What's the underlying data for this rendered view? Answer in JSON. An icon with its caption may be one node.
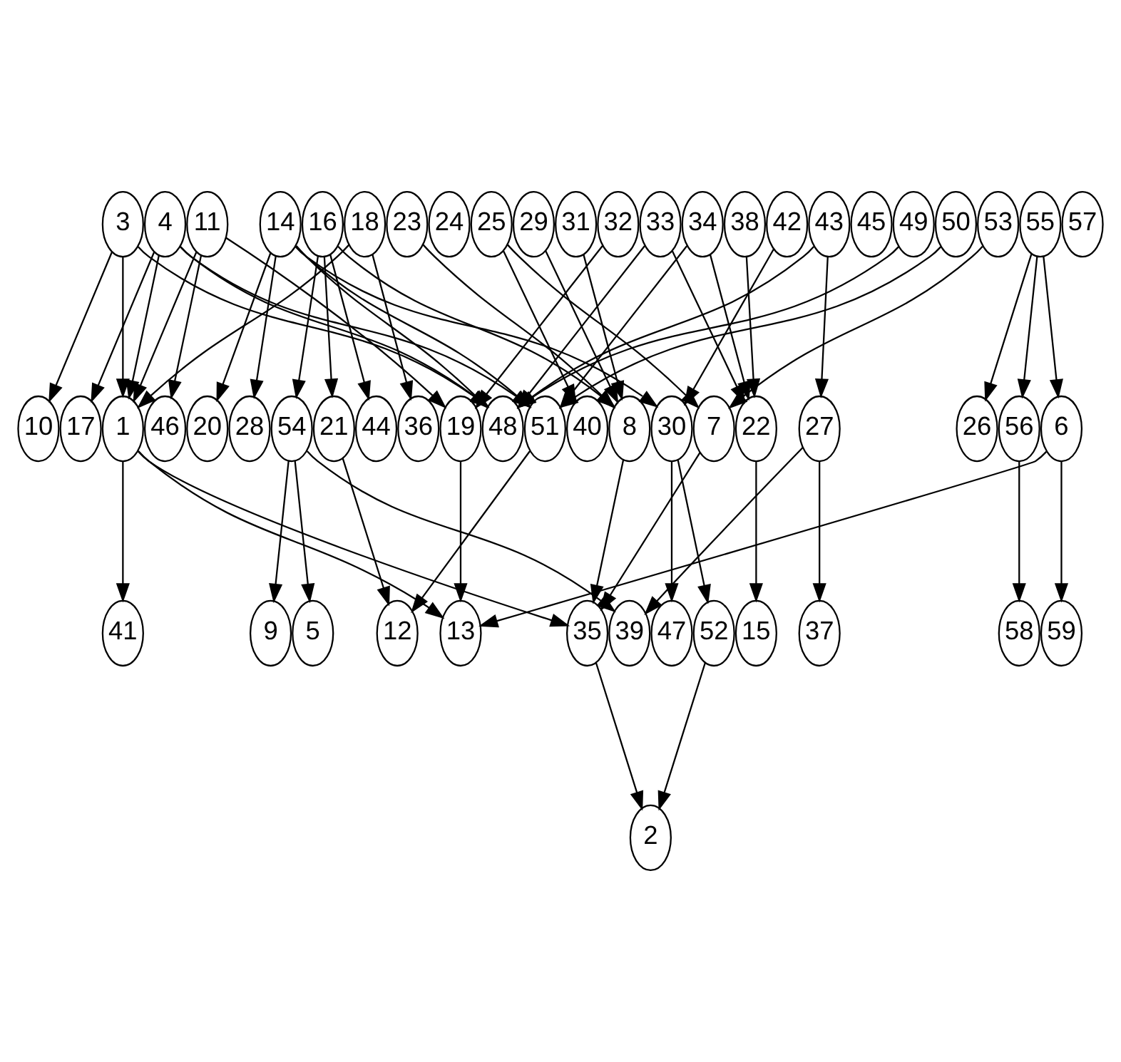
{
  "diagram": {
    "nodes": [
      {
        "text": [
          "3"
        ]
      },
      {
        "text": [
          "4"
        ]
      },
      {
        "text": [
          "11"
        ]
      },
      {
        "text": [
          "14"
        ]
      },
      {
        "text": [
          "16"
        ]
      },
      {
        "text": [
          "18"
        ]
      },
      {
        "text": [
          "23"
        ]
      },
      {
        "text": [
          "24"
        ]
      },
      {
        "text": [
          "25"
        ]
      },
      {
        "text": [
          "29"
        ]
      },
      {
        "text": [
          "31"
        ]
      },
      {
        "text": [
          "32"
        ]
      },
      {
        "text": [
          "33"
        ]
      },
      {
        "text": [
          "34"
        ]
      },
      {
        "text": [
          "38"
        ]
      },
      {
        "text": [
          "42"
        ]
      },
      {
        "text": [
          "43"
        ]
      },
      {
        "text": [
          "45"
        ]
      },
      {
        "text": [
          "49"
        ]
      },
      {
        "text": [
          "50"
        ]
      },
      {
        "text": [
          "53"
        ]
      },
      {
        "text": [
          "55"
        ]
      },
      {
        "text": [
          "57"
        ]
      },
      {
        "text": [
          "1"
        ]
      },
      {
        "text": [
          "6"
        ]
      },
      {
        "text": [
          "7"
        ]
      },
      {
        "text": [
          "8"
        ]
      },
      {
        "text": [
          "10"
        ]
      },
      {
        "text": [
          "17"
        ]
      },
      {
        "text": [
          "19"
        ]
      },
      {
        "text": [
          "20"
        ]
      },
      {
        "text": [
          "21"
        ]
      },
      {
        "text": [
          "22"
        ]
      },
      {
        "text": [
          "26"
        ]
      },
      {
        "text": [
          "27"
        ]
      },
      {
        "text": [
          "28"
        ]
      },
      {
        "text": [
          "30"
        ]
      },
      {
        "text": [
          "36"
        ]
      },
      {
        "text": [
          "40"
        ]
      },
      {
        "text": [
          "44"
        ]
      },
      {
        "text": [
          "46"
        ]
      },
      {
        "text": [
          "48"
        ]
      },
      {
        "text": [
          "51"
        ]
      },
      {
        "text": [
          "54"
        ]
      },
      {
        "text": [
          "56"
        ]
      },
      {
        "text": [
          "5"
        ]
      },
      {
        "text": [
          "9"
        ]
      },
      {
        "text": [
          "12"
        ]
      },
      {
        "text": [
          "13"
        ]
      },
      {
        "text": [
          "15"
        ]
      },
      {
        "text": [
          "35"
        ]
      },
      {
        "text": [
          "37"
        ]
      },
      {
        "text": [
          "39"
        ]
      },
      {
        "text": [
          "41"
        ]
      },
      {
        "text": [
          "47"
        ]
      },
      {
        "text": [
          "52"
        ]
      },
      {
        "text": [
          "58"
        ]
      },
      {
        "text": [
          "59"
        ]
      },
      {
        "text": [
          "2"
        ]
      }
    ],
    "edges": [
      {
        "from": 0,
        "to": 23,
        "arrow": "to"
      },
      {
        "from": 0,
        "to": 27,
        "arrow": "to"
      },
      {
        "from": 0,
        "to": 41,
        "arrow": "to"
      },
      {
        "from": 1,
        "to": 23,
        "arrow": "to"
      },
      {
        "from": 1,
        "to": 28,
        "arrow": "to"
      },
      {
        "from": 1,
        "to": 41,
        "arrow": "to"
      },
      {
        "from": 1,
        "to": 42,
        "arrow": "to"
      },
      {
        "from": 2,
        "to": 23,
        "arrow": "to"
      },
      {
        "from": 2,
        "to": 29,
        "arrow": "to"
      },
      {
        "from": 2,
        "to": 40,
        "arrow": "to"
      },
      {
        "from": 3,
        "to": 30,
        "arrow": "to"
      },
      {
        "from": 3,
        "to": 35,
        "arrow": "to"
      },
      {
        "from": 3,
        "to": 36,
        "arrow": "to"
      },
      {
        "from": 3,
        "to": 41,
        "arrow": "to"
      },
      {
        "from": 3,
        "to": 42,
        "arrow": "to"
      },
      {
        "from": 4,
        "to": 26,
        "arrow": "to"
      },
      {
        "from": 4,
        "to": 31,
        "arrow": "to"
      },
      {
        "from": 4,
        "to": 39,
        "arrow": "to"
      },
      {
        "from": 4,
        "to": 43,
        "arrow": "to"
      },
      {
        "from": 5,
        "to": 23,
        "arrow": "to"
      },
      {
        "from": 5,
        "to": 37,
        "arrow": "to"
      },
      {
        "from": 6,
        "to": 26,
        "arrow": "to"
      },
      {
        "from": 8,
        "to": 25,
        "arrow": "to"
      },
      {
        "from": 8,
        "to": 38,
        "arrow": "to"
      },
      {
        "from": 9,
        "to": 26,
        "arrow": "to"
      },
      {
        "from": 10,
        "to": 26,
        "arrow": "to"
      },
      {
        "from": 11,
        "to": 29,
        "arrow": "to"
      },
      {
        "from": 12,
        "to": 32,
        "arrow": "to"
      },
      {
        "from": 12,
        "to": 41,
        "arrow": "to"
      },
      {
        "from": 13,
        "to": 32,
        "arrow": "to"
      },
      {
        "from": 13,
        "to": 42,
        "arrow": "to"
      },
      {
        "from": 14,
        "to": 32,
        "arrow": "to"
      },
      {
        "from": 15,
        "to": 36,
        "arrow": "to"
      },
      {
        "from": 16,
        "to": 34,
        "arrow": "to"
      },
      {
        "from": 16,
        "to": 41,
        "arrow": "to"
      },
      {
        "from": 18,
        "to": 41,
        "arrow": "to"
      },
      {
        "from": 19,
        "to": 42,
        "arrow": "to"
      },
      {
        "from": 20,
        "to": 25,
        "arrow": "to"
      },
      {
        "from": 21,
        "to": 24,
        "arrow": "to"
      },
      {
        "from": 21,
        "to": 33,
        "arrow": "to"
      },
      {
        "from": 21,
        "to": 44,
        "arrow": "to"
      },
      {
        "from": 23,
        "to": 48,
        "arrow": "to"
      },
      {
        "from": 23,
        "to": 50,
        "arrow": "to"
      },
      {
        "from": 23,
        "to": 53,
        "arrow": "to"
      },
      {
        "from": 24,
        "to": 48,
        "arrow": "to"
      },
      {
        "from": 24,
        "to": 57,
        "arrow": "to"
      },
      {
        "from": 25,
        "to": 50,
        "arrow": "to"
      },
      {
        "from": 26,
        "to": 50,
        "arrow": "to"
      },
      {
        "from": 29,
        "to": 48,
        "arrow": "to"
      },
      {
        "from": 31,
        "to": 47,
        "arrow": "to"
      },
      {
        "from": 32,
        "to": 49,
        "arrow": "to"
      },
      {
        "from": 34,
        "to": 52,
        "arrow": "to"
      },
      {
        "from": 34,
        "to": 51,
        "arrow": "to"
      },
      {
        "from": 36,
        "to": 54,
        "arrow": "to"
      },
      {
        "from": 36,
        "to": 55,
        "arrow": "to"
      },
      {
        "from": 43,
        "to": 45,
        "arrow": "to"
      },
      {
        "from": 43,
        "to": 46,
        "arrow": "to"
      },
      {
        "from": 42,
        "to": 47,
        "arrow": "to"
      },
      {
        "from": 43,
        "to": 52,
        "arrow": "to"
      },
      {
        "from": 44,
        "to": 56,
        "arrow": "to"
      },
      {
        "from": 50,
        "to": 58,
        "arrow": "to"
      },
      {
        "from": 55,
        "to": 58,
        "arrow": "to"
      }
    ]
  }
}
